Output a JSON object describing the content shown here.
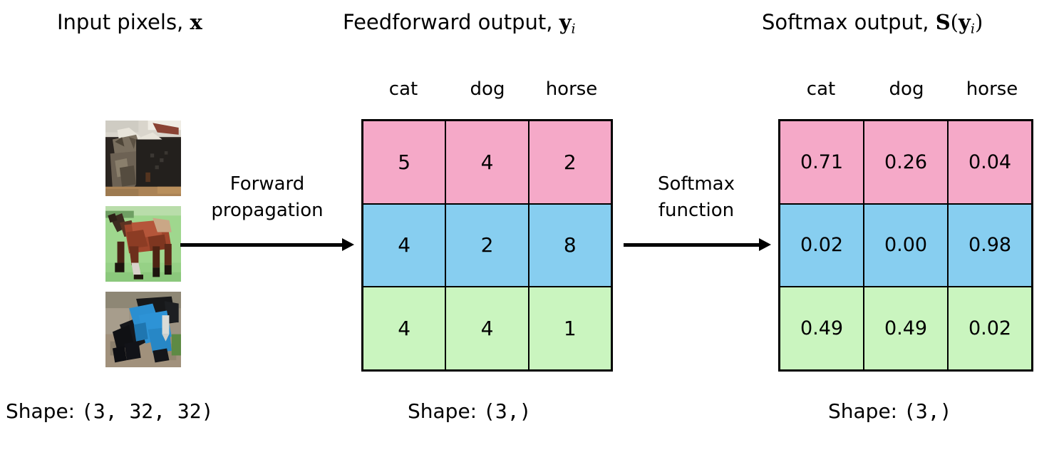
{
  "columns": {
    "input": {
      "title_text": "Input pixels, ",
      "title_symbol": "x",
      "shape_word": "Shape: ",
      "shape_tuple": "(3, 32, 32)"
    },
    "feedforward": {
      "title_text": "Feedforward output, ",
      "title_symbol": "y",
      "title_subscript": "i",
      "shape_word": "Shape: ",
      "shape_tuple": "(3,)"
    },
    "softmax": {
      "title_text": "Softmax output, ",
      "title_symbol_s": "S",
      "title_paren_open": "(",
      "title_symbol_y": "y",
      "title_subscript": "i",
      "title_paren_close": ")",
      "shape_word": "Shape: ",
      "shape_tuple": "(3,)"
    }
  },
  "class_labels": [
    "cat",
    "dog",
    "horse"
  ],
  "arrows": {
    "forward": {
      "line1": "Forward",
      "line2": "propagation"
    },
    "softmax": {
      "line1": "Softmax",
      "line2": "function"
    }
  },
  "thumbnails": [
    {
      "name": "cat-thumbnail",
      "alt": "cat"
    },
    {
      "name": "horse-thumbnail",
      "alt": "horse"
    },
    {
      "name": "dog-thumbnail",
      "alt": "dog"
    }
  ],
  "row_colors": [
    "#f5a9c8",
    "#87cef0",
    "#caf5bf"
  ],
  "chart_data": {
    "type": "table",
    "title": "Softmax transformation of feedforward outputs",
    "columns": [
      "cat",
      "dog",
      "horse"
    ],
    "tables": [
      {
        "name": "feedforward-logits",
        "title": "Feedforward output, y_i",
        "shape": "(3,)",
        "rows": [
          {
            "row_label": "cat-image",
            "color": "#f5a9c8",
            "values": [
              "5",
              "4",
              "2"
            ]
          },
          {
            "row_label": "horse-image",
            "color": "#87cef0",
            "values": [
              "4",
              "2",
              "8"
            ]
          },
          {
            "row_label": "dog-image",
            "color": "#caf5bf",
            "values": [
              "4",
              "4",
              "1"
            ]
          }
        ]
      },
      {
        "name": "softmax-probabilities",
        "title": "Softmax output, S(y_i)",
        "shape": "(3,)",
        "rows": [
          {
            "row_label": "cat-image",
            "color": "#f5a9c8",
            "values": [
              "0.71",
              "0.26",
              "0.04"
            ]
          },
          {
            "row_label": "horse-image",
            "color": "#87cef0",
            "values": [
              "0.02",
              "0.00",
              "0.98"
            ]
          },
          {
            "row_label": "dog-image",
            "color": "#caf5bf",
            "values": [
              "0.49",
              "0.49",
              "0.02"
            ]
          }
        ]
      }
    ]
  }
}
